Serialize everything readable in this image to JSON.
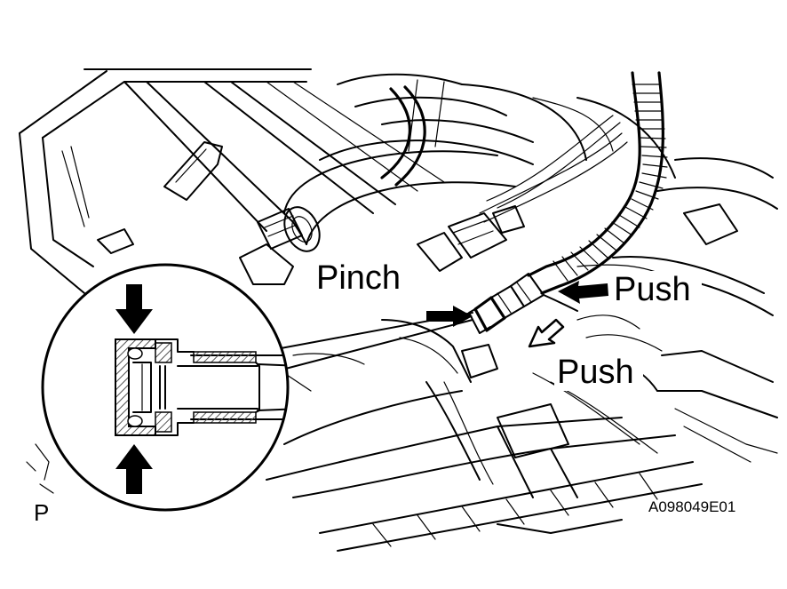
{
  "labels": {
    "pinch": "Pinch",
    "push_right": "Push",
    "push_lower": "Push",
    "figure_code": "A098049E01",
    "corner_mark": "P"
  },
  "colors": {
    "ink": "#000000",
    "paper": "#ffffff",
    "hatch": "#555555"
  }
}
